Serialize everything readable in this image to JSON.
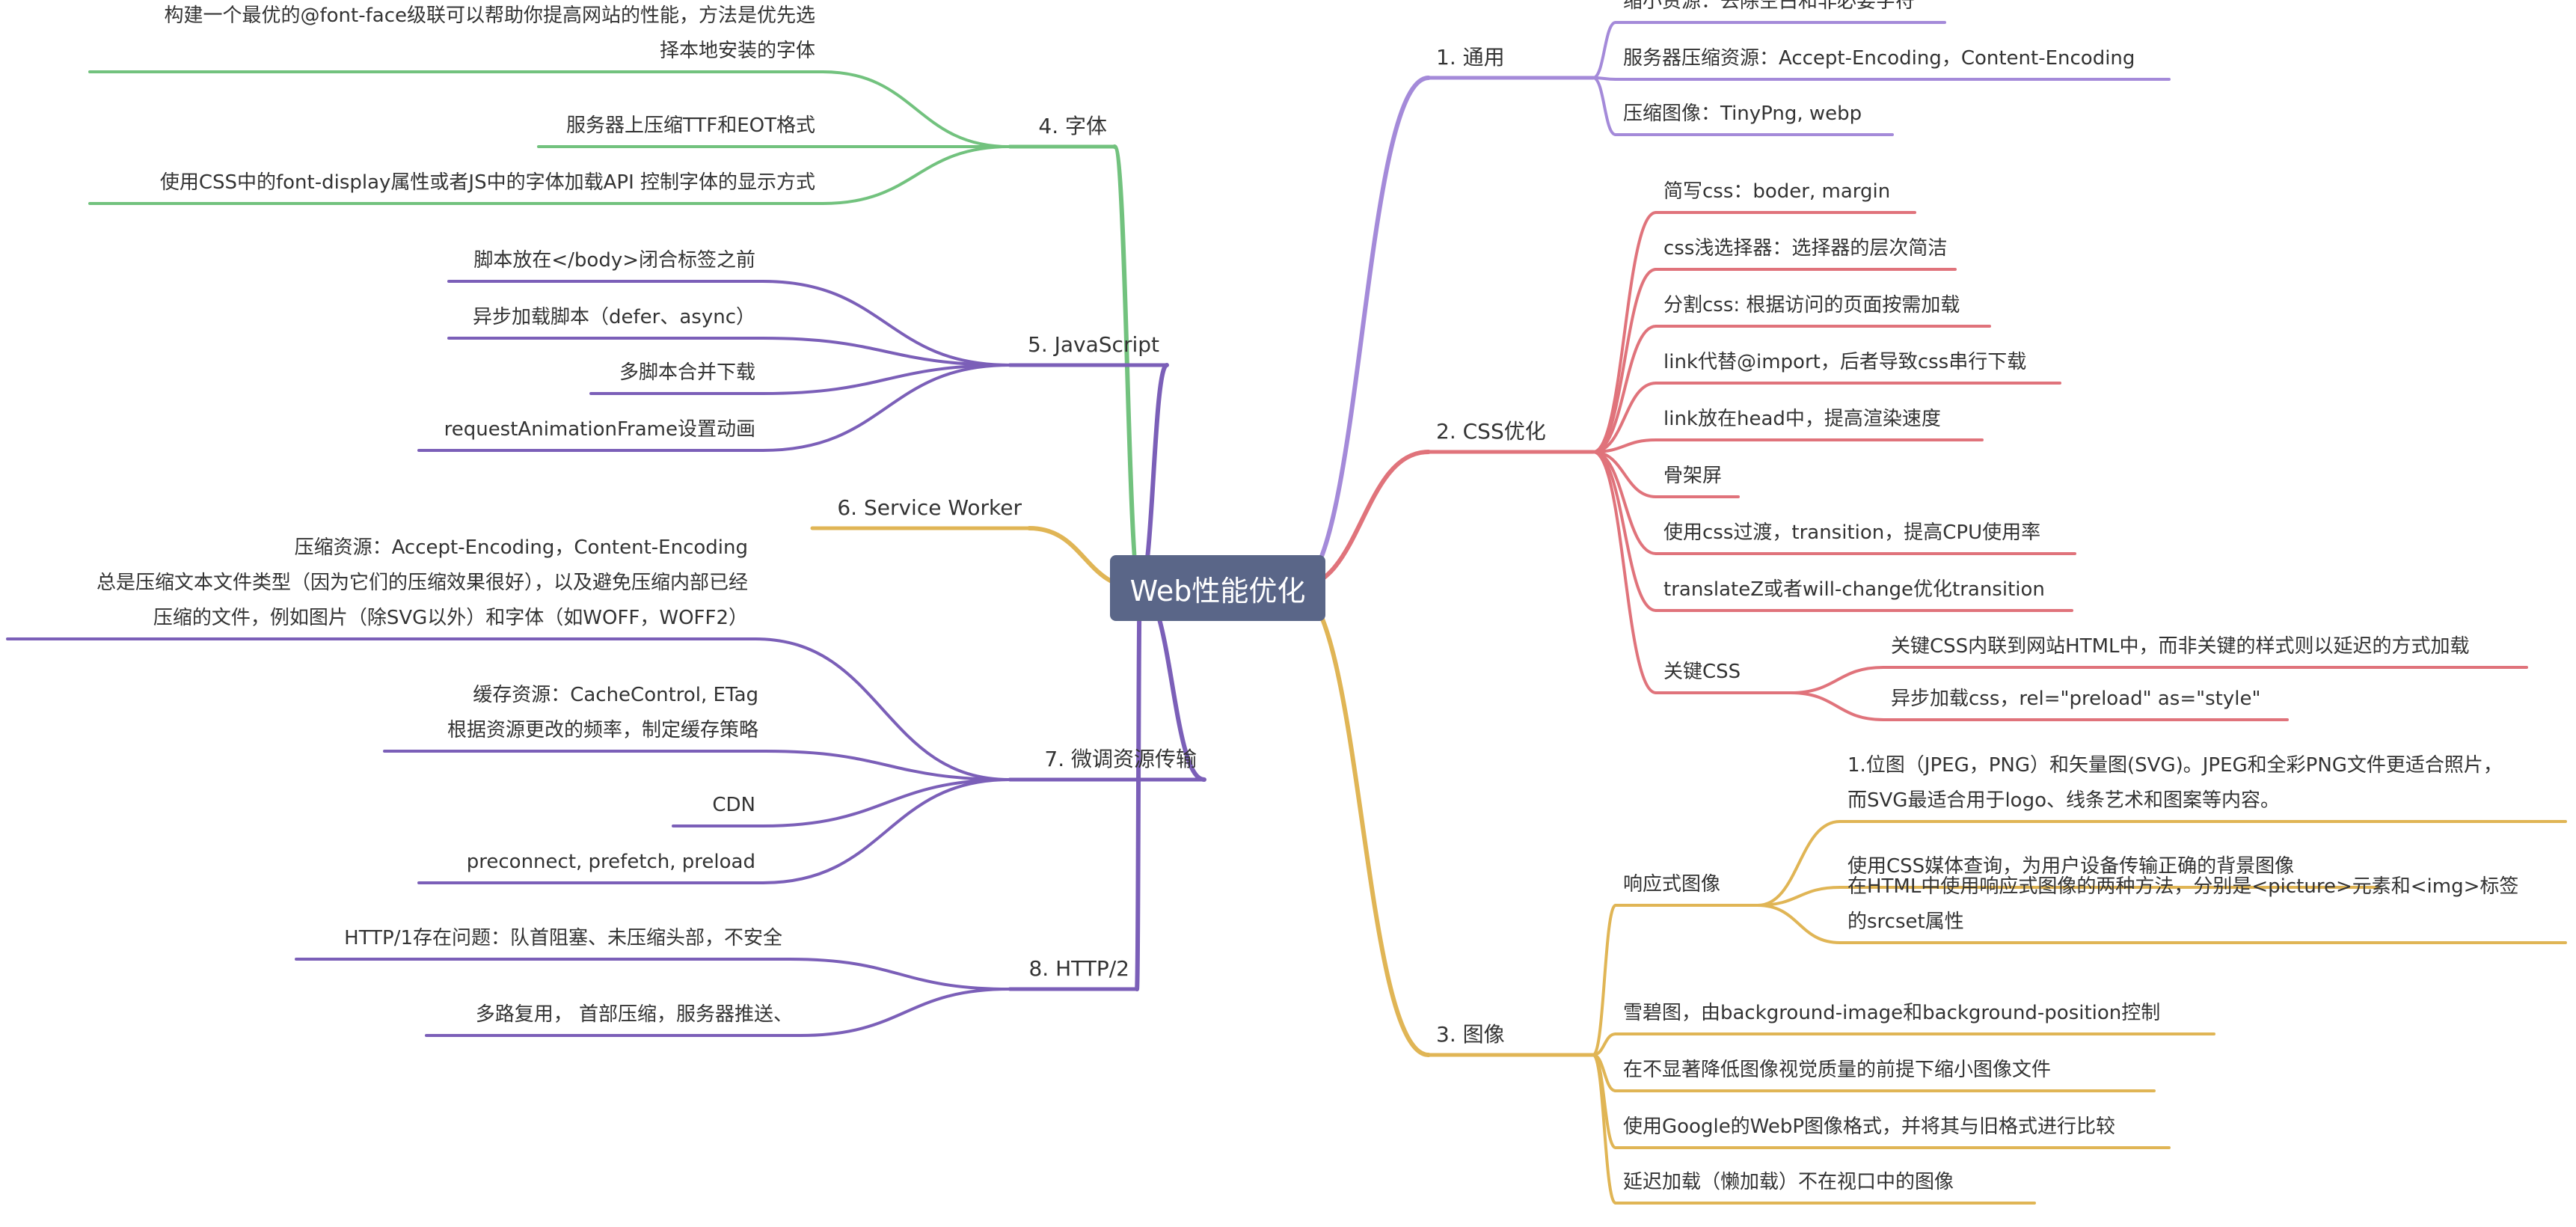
{
  "root": {
    "label": "Web性能优化"
  },
  "colors": {
    "purple": "#a48ad9",
    "red": "#e0737b",
    "gold": "#e0b555",
    "green": "#72c27e",
    "violet": "#7b5fb8"
  },
  "branches": [
    {
      "id": "b1",
      "label": "1. 通用",
      "color": "purple",
      "children": [
        {
          "id": "b1c1",
          "label": "缩小资源：去除空白和非必要字符"
        },
        {
          "id": "b1c2",
          "label": "服务器压缩资源：Accept-Encoding，Content-Encoding"
        },
        {
          "id": "b1c3",
          "label": "压缩图像：TinyPng, webp"
        }
      ]
    },
    {
      "id": "b2",
      "label": "2. CSS优化",
      "color": "red",
      "children": [
        {
          "id": "b2c1",
          "label": "简写css：boder, margin"
        },
        {
          "id": "b2c2",
          "label": "css浅选择器：选择器的层次简洁"
        },
        {
          "id": "b2c3",
          "label": "分割css: 根据访问的页面按需加载"
        },
        {
          "id": "b2c4",
          "label": "link代替@import，后者导致css串行下载"
        },
        {
          "id": "b2c5",
          "label": "link放在head中，提高渲染速度"
        },
        {
          "id": "b2c6",
          "label": "骨架屏"
        },
        {
          "id": "b2c7",
          "label": "使用css过渡，transition，提高CPU使用率"
        },
        {
          "id": "b2c8",
          "label": "translateZ或者will-change优化transition"
        },
        {
          "id": "b2c9",
          "label": "关键CSS",
          "children": [
            {
              "id": "b2c9a",
              "label": "关键CSS内联到网站HTML中，而非关键的样式则以延迟的方式加载"
            },
            {
              "id": "b2c9b",
              "label": "异步加载css，rel=\"preload\" as=\"style\""
            }
          ]
        }
      ]
    },
    {
      "id": "b3",
      "label": "3. 图像",
      "color": "gold",
      "children": [
        {
          "id": "b3c1",
          "label": "响应式图像",
          "children": [
            {
              "id": "b3c1a",
              "label": "1.位图（JPEG，PNG）和矢量图(SVG)。JPEG和全彩PNG文件更适合照片，\n而SVG最适合用于logo、线条艺术和图案等内容。"
            },
            {
              "id": "b3c1b",
              "label": "使用CSS媒体查询，为用户设备传输正确的背景图像"
            },
            {
              "id": "b3c1c",
              "label": "在HTML中使用响应式图像的两种方法，分别是<picture>元素和<img>标签\n的srcset属性"
            }
          ]
        },
        {
          "id": "b3c2",
          "label": "雪碧图，由background-image和background-position控制"
        },
        {
          "id": "b3c3",
          "label": "在不显著降低图像视觉质量的前提下缩小图像文件"
        },
        {
          "id": "b3c4",
          "label": "使用Google的WebP图像格式，并将其与旧格式进行比较"
        },
        {
          "id": "b3c5",
          "label": "延迟加载（懒加载）不在视口中的图像"
        }
      ]
    },
    {
      "id": "b4",
      "label": "4. 字体",
      "color": "green",
      "children": [
        {
          "id": "b4c1",
          "label": "构建一个最优的@font-face级联可以帮助你提高网站的性能，方法是优先选\n择本地安装的字体"
        },
        {
          "id": "b4c2",
          "label": "服务器上压缩TTF和EOT格式"
        },
        {
          "id": "b4c3",
          "label": "使用CSS中的font-display属性或者JS中的字体加载API  控制字体的显示方式"
        }
      ]
    },
    {
      "id": "b5",
      "label": "5. JavaScript",
      "color": "violet",
      "children": [
        {
          "id": "b5c1",
          "label": "脚本放在</body>闭合标签之前"
        },
        {
          "id": "b5c2",
          "label": "异步加载脚本（defer、async）"
        },
        {
          "id": "b5c3",
          "label": "多脚本合并下载"
        },
        {
          "id": "b5c4",
          "label": "requestAnimationFrame设置动画"
        }
      ]
    },
    {
      "id": "b6",
      "label": "6. Service Worker",
      "color": "gold",
      "children": []
    },
    {
      "id": "b7",
      "label": "7. 微调资源传输",
      "color": "violet",
      "children": [
        {
          "id": "b7c1",
          "label": "压缩资源：Accept-Encoding，Content-Encoding\n总是压缩文本文件类型（因为它们的压缩效果很好），以及避免压缩内部已经\n压缩的文件，例如图片（除SVG以外）和字体（如WOFF，WOFF2）"
        },
        {
          "id": "b7c2",
          "label": "缓存资源：CacheControl, ETag\n根据资源更改的频率，制定缓存策略"
        },
        {
          "id": "b7c3",
          "label": "CDN"
        },
        {
          "id": "b7c4",
          "label": "preconnect, prefetch, preload"
        }
      ]
    },
    {
      "id": "b8",
      "label": "8. HTTP/2",
      "color": "violet",
      "children": [
        {
          "id": "b8c1",
          "label": "HTTP/1存在问题：队首阻塞、未压缩头部，不安全"
        },
        {
          "id": "b8c2",
          "label": "多路复用， 首部压缩，服务器推送、"
        }
      ]
    }
  ]
}
